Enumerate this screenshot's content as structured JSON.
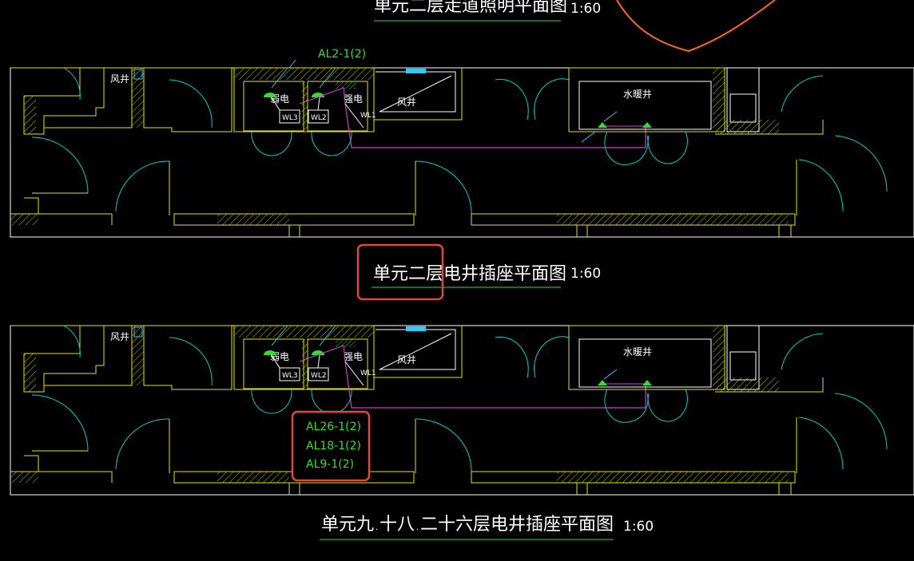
{
  "app": {
    "background": "#000000",
    "colors": {
      "wall": "#e6e600",
      "wall_white": "#ffffff",
      "door": "#00d0d0",
      "wire": "#d040d0",
      "green": "#33dd33",
      "cyan": "#33c8ff",
      "highlight": "#e0483a",
      "curve": "#ff6a1a",
      "hatch": "#c8c800"
    }
  },
  "top_plan": {
    "partial_title": "单元二层走道照明平面图",
    "partial_scale": "1:60"
  },
  "plan_a": {
    "circuit_label": "AL2-1(2)",
    "room_labels": {
      "vent_left": "风井",
      "weak": "弱电",
      "strong": "强电",
      "vent_mid": "风井",
      "water": "水暖井"
    },
    "wire_labels": [
      "WL3",
      "WL2",
      "WL1"
    ],
    "title": "单元二层电井插座平面图",
    "scale": "1:60"
  },
  "plan_b": {
    "room_labels": {
      "vent_left": "风井",
      "weak": "弱电",
      "strong": "强电",
      "vent_mid": "风井",
      "water": "水暖井"
    },
    "wire_labels": [
      "WL3",
      "WL2",
      "WL1"
    ],
    "circuit_labels": [
      "AL26-1(2)",
      "AL18-1(2)",
      "AL9-1(2)"
    ],
    "title": "单元九.十八.二十六层电井插座平面图",
    "scale": "1:60"
  }
}
